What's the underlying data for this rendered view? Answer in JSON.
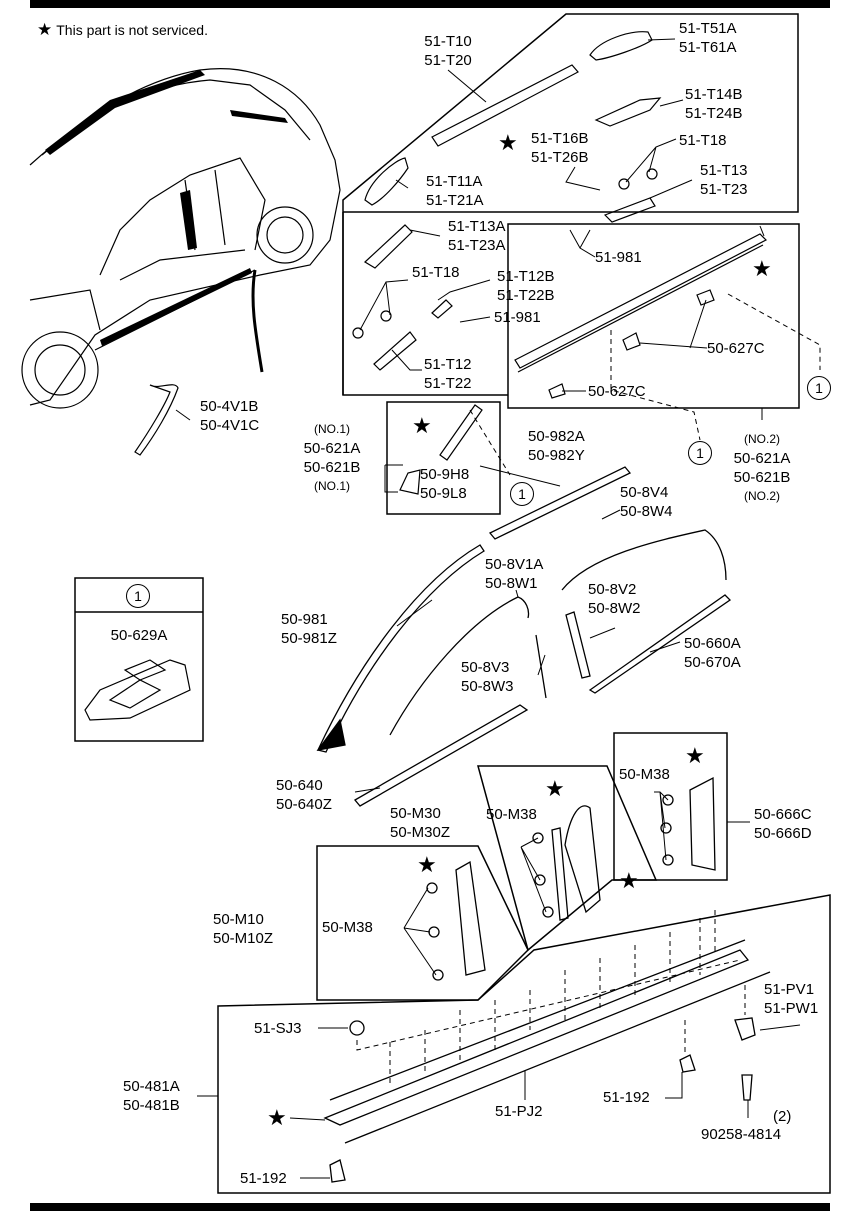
{
  "note": "This part is not serviced.",
  "callout_id": "1",
  "legend_part": "50-629A",
  "labels": {
    "t10": "51-T10",
    "t20": "51-T20",
    "t51a": "51-T51A",
    "t61a": "51-T61A",
    "t14b": "51-T14B",
    "t24b": "51-T24B",
    "t16b": "51-T16B",
    "t26b": "51-T26B",
    "t18a": "51-T18",
    "t11a": "51-T11A",
    "t21a": "51-T21A",
    "t13": "51-T13",
    "t23": "51-T23",
    "t13a": "51-T13A",
    "t23a": "51-T23A",
    "s981a": "51-981",
    "t18b": "51-T18",
    "t12b": "51-T12B",
    "t22b": "51-T22B",
    "s981b": "51-981",
    "t12": "51-T12",
    "t22": "51-T22",
    "m627c_a": "50-627C",
    "m627c_b": "50-627C",
    "v1b": "50-4V1B",
    "v1c": "50-4V1C",
    "no1a": "(NO.1)",
    "m621a_l": "50-621A",
    "m621b_l": "50-621B",
    "no1b": "(NO.1)",
    "h8": "50-9H8",
    "l8": "50-9L8",
    "no2a": "(NO.2)",
    "m621a_r": "50-621A",
    "m621b_r": "50-621B",
    "no2b": "(NO.2)",
    "m982a": "50-982A",
    "m982y": "50-982Y",
    "v4": "50-8V4",
    "w4": "50-8W4",
    "v1a": "50-8V1A",
    "w1": "50-8W1",
    "v2": "50-8V2",
    "w2": "50-8W2",
    "m981": "50-981",
    "m981z": "50-981Z",
    "m660a": "50-660A",
    "m670a": "50-670A",
    "v3": "50-8V3",
    "w3": "50-8W3",
    "m640": "50-640",
    "m640z": "50-640Z",
    "m38a": "50-M38",
    "m666c": "50-666C",
    "m666d": "50-666D",
    "m30": "50-M30",
    "m30z": "50-M30Z",
    "m38b": "50-M38",
    "m10": "50-M10",
    "m10z": "50-M10Z",
    "m38c": "50-M38",
    "pv1": "51-PV1",
    "pw1": "51-PW1",
    "sj3": "51-SJ3",
    "m481a": "50-481A",
    "m481b": "50-481B",
    "p192a": "51-192",
    "pj2": "51-PJ2",
    "qty2": "(2)",
    "bolt": "90258-4814",
    "p192b": "51-192"
  }
}
